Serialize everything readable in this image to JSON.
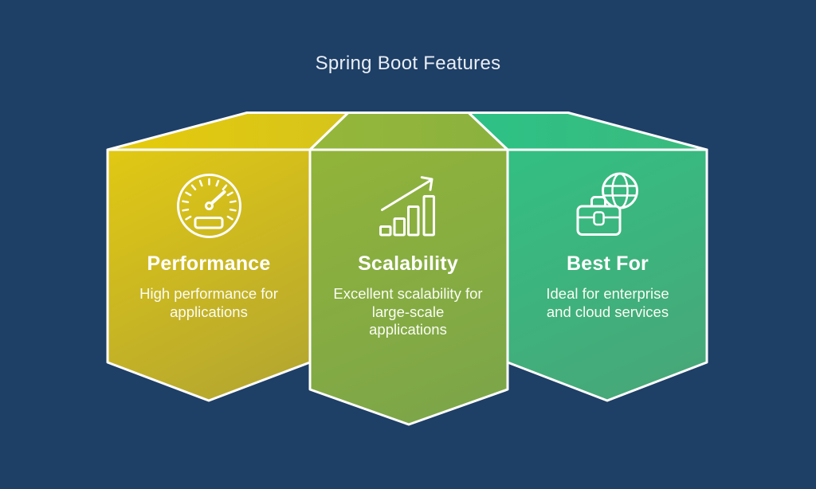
{
  "title": "Spring Boot Features",
  "colors": {
    "background": "#1e3f66",
    "outline": "#ffffff",
    "title_text": "#e9eef5",
    "panel_text": "#ffffff"
  },
  "panels": [
    {
      "id": "performance",
      "title": "Performance",
      "description": "High performance for applications",
      "icon": "speedometer-icon",
      "face_color_top": "#e2c913",
      "face_color_bottom": "#b2a531",
      "fold_color_left": "#e6cb0c",
      "fold_color_right": "#d6c41b"
    },
    {
      "id": "scalability",
      "title": "Scalability",
      "description": "Excellent scalability for large-scale applications",
      "icon": "growth-chart-icon",
      "face_color_top": "#92b439",
      "face_color_bottom": "#7aa44a",
      "fold_color_left": "#95b739",
      "fold_color_right": "#8bb13f"
    },
    {
      "id": "best-for",
      "title": "Best For",
      "description": "Ideal for enterprise and cloud services",
      "icon": "briefcase-globe-icon",
      "face_color_top": "#33bf82",
      "face_color_bottom": "#49a577",
      "fold_color_left": "#2cc186",
      "fold_color_right": "#3cba7d"
    }
  ]
}
